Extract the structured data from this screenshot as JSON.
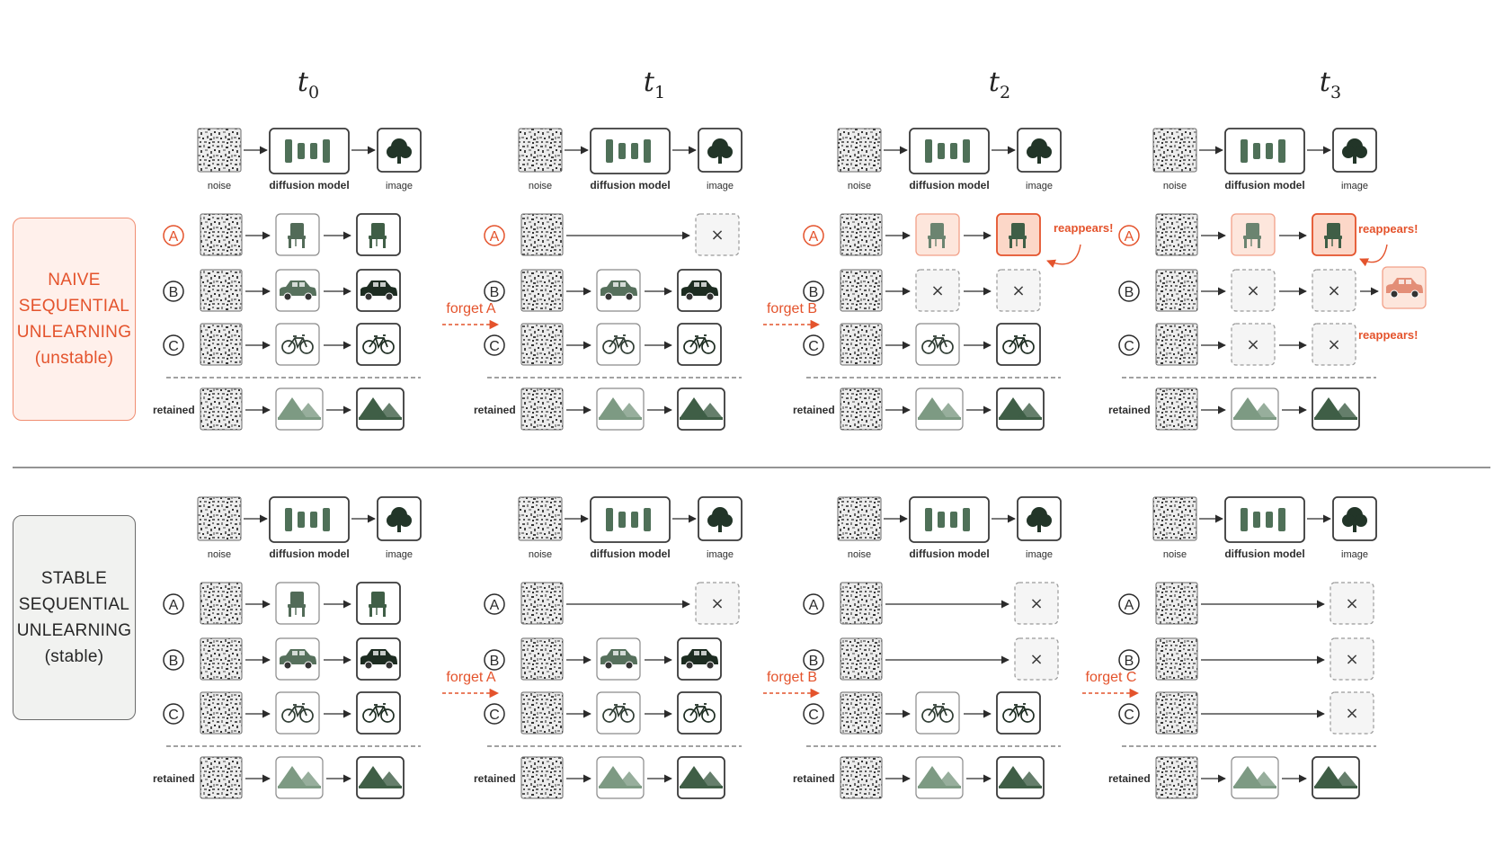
{
  "colors": {
    "accent": "#e4532c",
    "accent_light": "#fde3d9",
    "dark_green": "#3f5e46",
    "mid_green": "#7d9a83",
    "light_green": "#e6ede7",
    "ink": "#2b2b2b",
    "divider": "#555555"
  },
  "time_steps": [
    {
      "letter": "t",
      "subscript": "0"
    },
    {
      "letter": "t",
      "subscript": "1"
    },
    {
      "letter": "t",
      "subscript": "2"
    },
    {
      "letter": "t",
      "subscript": "3"
    }
  ],
  "pipeline": {
    "noise_label": "noise",
    "model_label": "diffusion model",
    "image_label": "image"
  },
  "concepts": [
    {
      "letter": "A",
      "object": "chair"
    },
    {
      "letter": "B",
      "object": "car"
    },
    {
      "letter": "C",
      "object": "bicycle"
    }
  ],
  "retained_label": "retained",
  "retained_object": "mountains",
  "forget_marker": "×",
  "naive": {
    "title_lines": [
      "NAIVE",
      "SEQUENTIAL",
      "UNLEARNING",
      "(unstable)"
    ],
    "transitions": [
      "forget A",
      "forget B"
    ],
    "reappear_label": "reappears!",
    "steps": [
      {
        "A": "normal",
        "B": "normal",
        "C": "normal"
      },
      {
        "A": "forgotten",
        "B": "normal",
        "C": "normal"
      },
      {
        "A": "reappeared",
        "B": "forgotten",
        "C": "normal"
      },
      {
        "A": "reappeared",
        "B": "forgotten-leak",
        "C": "forgotten"
      }
    ]
  },
  "stable": {
    "title_lines": [
      "STABLE",
      "SEQUENTIAL",
      "UNLEARNING",
      "(stable)"
    ],
    "transitions": [
      "forget A",
      "forget B",
      "forget C"
    ],
    "steps": [
      {
        "A": "normal",
        "B": "normal",
        "C": "normal"
      },
      {
        "A": "forgotten",
        "B": "normal",
        "C": "normal"
      },
      {
        "A": "forgotten",
        "B": "forgotten",
        "C": "normal"
      },
      {
        "A": "forgotten",
        "B": "forgotten",
        "C": "forgotten"
      }
    ]
  }
}
